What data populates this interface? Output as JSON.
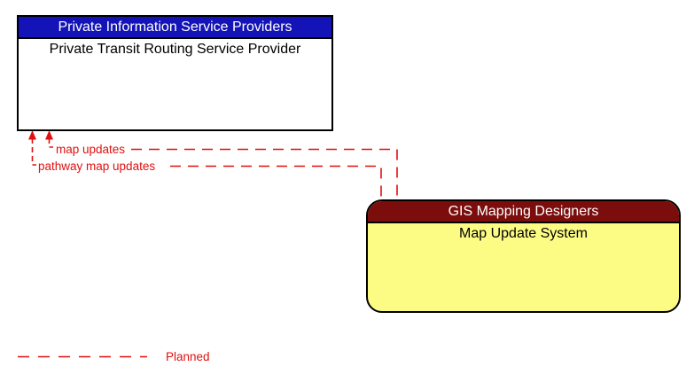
{
  "colors": {
    "canvas-bg": "#ffffff",
    "box-border": "#000000",
    "header-text": "#ffffff",
    "top-header-bg": "#1313b8",
    "bottom-header-bg": "#7b0d0d",
    "bottom-body-bg": "#fcfc85",
    "flow-color": "#e01010"
  },
  "diagram": {
    "entities": [
      {
        "group": "Private Information Service Providers",
        "name": "Private Transit Routing Service Provider"
      },
      {
        "group": "GIS Mapping Designers",
        "name": "Map Update System"
      }
    ],
    "flows": [
      {
        "label": "map updates",
        "status": "planned"
      },
      {
        "label": "pathway map updates",
        "status": "planned"
      }
    ],
    "legend": {
      "label": "Planned",
      "line_style": "dashed"
    }
  }
}
